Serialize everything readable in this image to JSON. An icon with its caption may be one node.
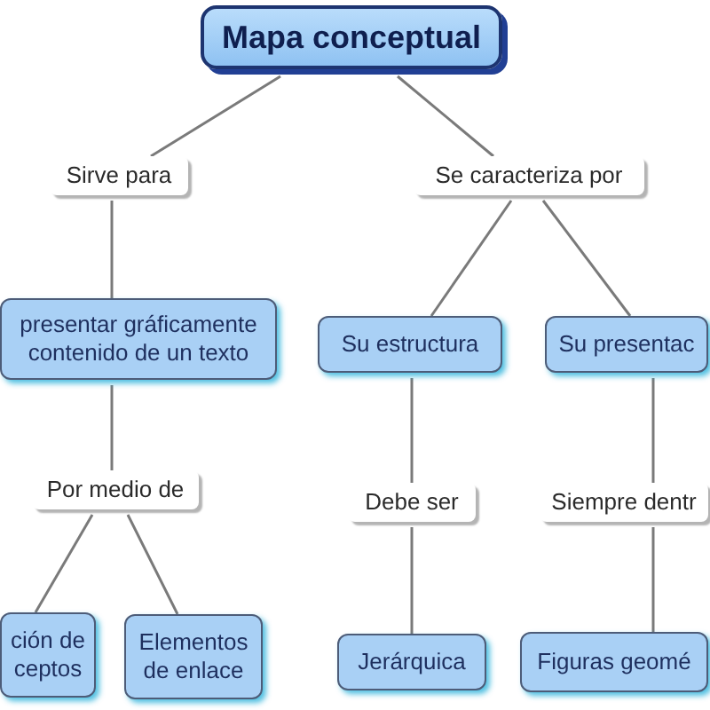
{
  "diagram": {
    "nodes": [
      {
        "text": [
          "Mapa conceptual"
        ]
      },
      {
        "text": [
          "Sirve para"
        ]
      },
      {
        "text": [
          "Se caracteriza por"
        ]
      },
      {
        "text": [
          "presentar gráficamente contenido de un texto"
        ]
      },
      {
        "text": [
          "Su estructura"
        ]
      },
      {
        "text": [
          "Su presentac"
        ]
      },
      {
        "text": [
          "Por medio de"
        ]
      },
      {
        "text": [
          "Debe ser"
        ]
      },
      {
        "text": [
          "Siempre dentr"
        ]
      },
      {
        "text": [
          "ción de ceptos"
        ]
      },
      {
        "text": [
          "Elementos de enlace"
        ]
      },
      {
        "text": [
          "Jerárquica"
        ]
      },
      {
        "text": [
          "Figuras geomé"
        ]
      }
    ],
    "edges": [
      {
        "from": 0,
        "to": 1,
        "arrow": "none"
      },
      {
        "from": 0,
        "to": 2,
        "arrow": "none"
      },
      {
        "from": 1,
        "to": 3,
        "arrow": "none"
      },
      {
        "from": 2,
        "to": 4,
        "arrow": "none"
      },
      {
        "from": 2,
        "to": 5,
        "arrow": "none"
      },
      {
        "from": 3,
        "to": 6,
        "arrow": "none"
      },
      {
        "from": 4,
        "to": 7,
        "arrow": "none"
      },
      {
        "from": 5,
        "to": 8,
        "arrow": "none"
      },
      {
        "from": 6,
        "to": 9,
        "arrow": "none"
      },
      {
        "from": 6,
        "to": 10,
        "arrow": "none"
      },
      {
        "from": 7,
        "to": 11,
        "arrow": "none"
      },
      {
        "from": 8,
        "to": 12,
        "arrow": "none"
      }
    ]
  }
}
